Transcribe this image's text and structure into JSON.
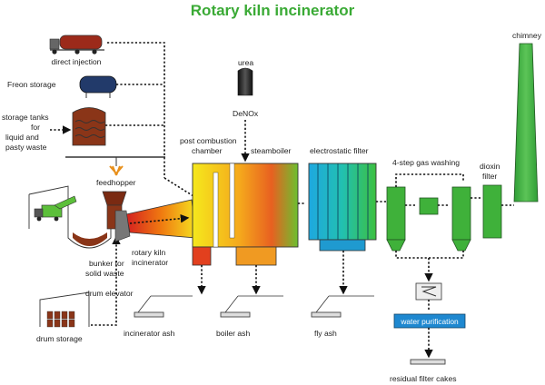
{
  "title": "Rotary kiln incinerator",
  "labels": {
    "direct_injection": "direct injection",
    "freon_storage": "Freon storage",
    "storage_tanks": [
      "storage tanks",
      "for",
      "liquid and",
      "pasty waste"
    ],
    "feedhopper": "feedhopper",
    "bunker": [
      "bunker for",
      "solid waste"
    ],
    "drum_elevator": "drum elevator",
    "drum_storage": "drum storage",
    "rotary_kiln": [
      "rotary kiln",
      "incinerator"
    ],
    "post_combustion": [
      "post combustion",
      "chamber"
    ],
    "steamboiler": "steamboiler",
    "urea": "urea",
    "denox": "DeNOx",
    "electrostatic_filter": "electrostatic filter",
    "gas_washing": "4-step gas washing",
    "dioxin_filter": [
      "dioxin",
      "filter"
    ],
    "chimney": "chimney",
    "incinerator_ash": "incinerator ash",
    "boiler_ash": "boiler ash",
    "fly_ash": "fly ash",
    "water_purification": "water purification",
    "residual_filter_cakes": "residual filter cakes"
  },
  "colors": {
    "title": "#3aaa35",
    "equipment_green": "#3fb13a",
    "water_box": "#1e88d0",
    "tanker_red": "#9c2a1a",
    "freon_blue": "#223a6a",
    "truck_green": "#5cbf3a"
  }
}
